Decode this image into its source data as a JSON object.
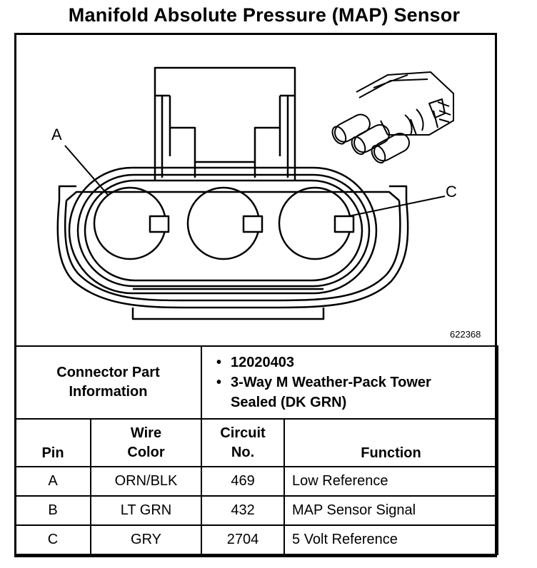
{
  "title": "Manifold Absolute Pressure (MAP) Sensor",
  "figure": {
    "figure_number": "622368",
    "callout_a": "A",
    "callout_c": "C",
    "line_color": "#000000",
    "background_color": "#ffffff"
  },
  "connector_info": {
    "label": "Connector Part Information",
    "items": [
      "12020403",
      "3-Way M Weather-Pack Tower Sealed (DK GRN)"
    ]
  },
  "pin_table": {
    "headers": {
      "pin": "Pin",
      "wire_color": "Wire Color",
      "circuit_no": "Circuit No.",
      "function": "Function"
    },
    "rows": [
      {
        "pin": "A",
        "wire_color": "ORN/BLK",
        "circuit": "469",
        "function": "Low Reference"
      },
      {
        "pin": "B",
        "wire_color": "LT GRN",
        "circuit": "432",
        "function": "MAP Sensor Signal"
      },
      {
        "pin": "C",
        "wire_color": "GRY",
        "circuit": "2704",
        "function": "5 Volt Reference"
      }
    ]
  }
}
